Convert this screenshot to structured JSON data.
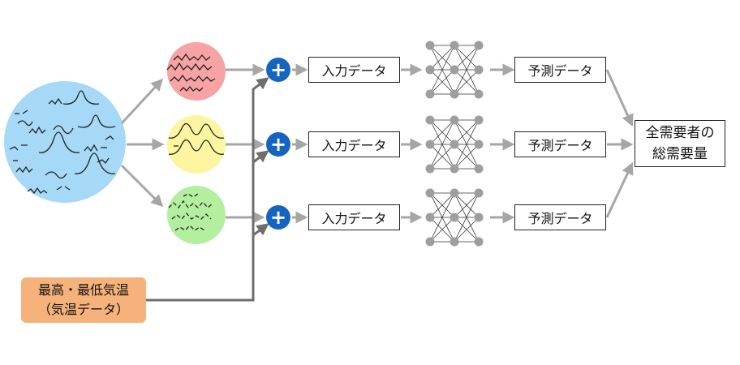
{
  "input_labels": [
    "入力データ",
    "入力データ",
    "入力データ"
  ],
  "predict_labels": [
    "予測データ",
    "予測データ",
    "予測データ"
  ],
  "plus_symbol": "+",
  "temperature": {
    "line1": "最高・最低気温",
    "line2": "（気温データ）"
  },
  "total": {
    "line1": "全需要者の",
    "line2": "総需要量"
  },
  "colors": {
    "all_data_circle": "#a6d8f7",
    "cluster_1": "#f7a3a3",
    "cluster_2": "#fdf5a0",
    "cluster_3": "#b3ef9e",
    "plus_button": "#1565c0",
    "temperature_box": "#f5b27a",
    "arrow": "#a6a6a6",
    "temp_line": "#6e6e6e",
    "nn_node": "#9e9e9e"
  }
}
